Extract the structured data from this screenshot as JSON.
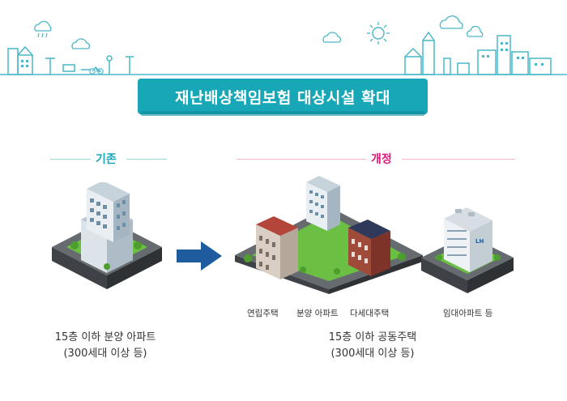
{
  "colors": {
    "teal": "#17a7b7",
    "magenta": "#e0197a",
    "navy": "#1f5c9e",
    "ground": "#555a5e",
    "grass": "#6bbf43",
    "skyline": "#49b7c8"
  },
  "banner": {
    "title": "재난배상책임보험 대상시설 확대"
  },
  "before": {
    "label": "기존",
    "description_line1": "15층 이하 분양 아파트",
    "description_line2": "(300세대 이상 등)"
  },
  "after": {
    "label": "개정",
    "buildings": [
      {
        "name": "연립주택"
      },
      {
        "name": "분양 아파트"
      },
      {
        "name": "다세대주택"
      },
      {
        "name": "임대아파트 등"
      }
    ],
    "description_line1": "15층 이하 공동주택",
    "description_line2": "(300세대 이상 등)"
  },
  "lh_sign": "LH",
  "icons": [
    "cloud-icon",
    "rain-cloud-icon",
    "sun-icon",
    "arrow-right-icon",
    "bicycle-icon"
  ]
}
